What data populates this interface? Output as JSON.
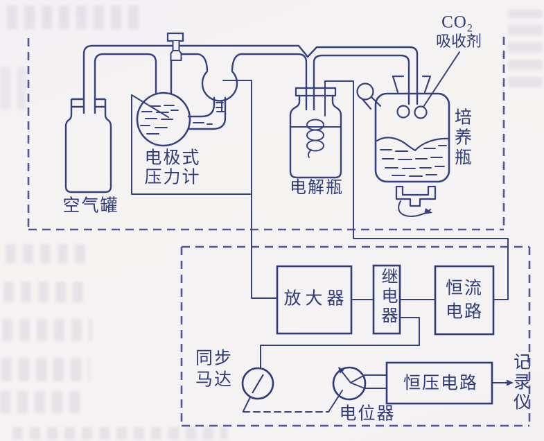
{
  "figure_type": "apparatus-schematic",
  "colors": {
    "ink": "#35417f",
    "text_ink": "#2e3b78",
    "dashed_border": "#55519c",
    "paper": "#f4f2f3"
  },
  "upper_section": {
    "air_tank_label": "空气罐",
    "pressure_gauge_label_line1": "电极式",
    "pressure_gauge_label_line2": "压力计",
    "electrolysis_bottle_label": "电解瓶",
    "culture_bottle_label": "培养瓶",
    "co2_formula": "CO",
    "co2_subscript": "2",
    "co2_absorbent_label": "吸收剂"
  },
  "lower_section": {
    "amplifier_label": "放大器",
    "relay_label": "继电器",
    "constant_current_label_line1": "恒流",
    "constant_current_label_line2": "电路",
    "constant_voltage_label": "恒压电路",
    "sync_motor_label_line1": "同步",
    "sync_motor_label_line2": "马达",
    "potentiometer_label": "电位器",
    "recorder_label": "记录仪"
  }
}
